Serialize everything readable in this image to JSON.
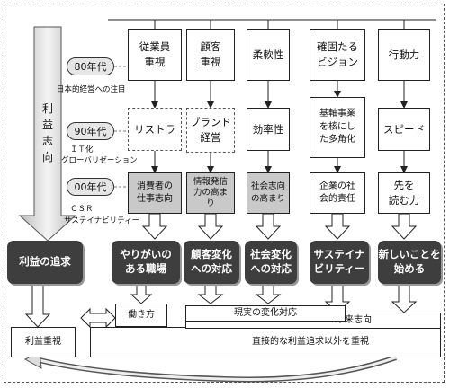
{
  "left": {
    "vertical": "利益志向",
    "eras": [
      {
        "label": "80年代",
        "note": "日本的経営への注目"
      },
      {
        "label": "90年代",
        "note1": "ＩＴ化",
        "note2": "グローバリゼーション"
      },
      {
        "label": "00年代",
        "note1": "ＣＳＲ",
        "note2": "サステイナビリティー"
      }
    ],
    "pursuit": "利益の追求",
    "profit_focus": "利益重視"
  },
  "columns": [
    {
      "row1": [
        "従業員",
        "重視"
      ],
      "row2": [
        "リストラ"
      ],
      "row3": [
        "消費者の",
        "仕事志向"
      ],
      "result": [
        "やりがいの",
        "ある職場"
      ]
    },
    {
      "row1": [
        "顧客",
        "重視"
      ],
      "row2": [
        "ブランド",
        "経営"
      ],
      "row3": [
        "情報発信",
        "力の高ま",
        "り"
      ],
      "result": [
        "顧客変化",
        "への対応"
      ]
    },
    {
      "row1": [
        "柔軟性"
      ],
      "row2": [
        "効率性"
      ],
      "row3": [
        "社会志向",
        "の高まり"
      ],
      "result": [
        "社会変化",
        "への対応"
      ]
    },
    {
      "row1": [
        "確固たる",
        "ビジョン"
      ],
      "row2": [
        "基軸事業",
        "を核にし",
        "た多角化"
      ],
      "row3": [
        "企業の社",
        "会的責任"
      ],
      "result": [
        "サステイナ",
        "ビリティー"
      ]
    },
    {
      "row1": [
        "行動力"
      ],
      "row2": [
        "スピード"
      ],
      "row3": [
        "先を",
        "読む力"
      ],
      "result": [
        "新しいことを",
        "始める"
      ]
    }
  ],
  "bottom": {
    "work_style": "働き方",
    "real_change": "現実の変化対応",
    "future": "未来志向",
    "beyond_profit": "直接的な利益追求以外を重視"
  }
}
